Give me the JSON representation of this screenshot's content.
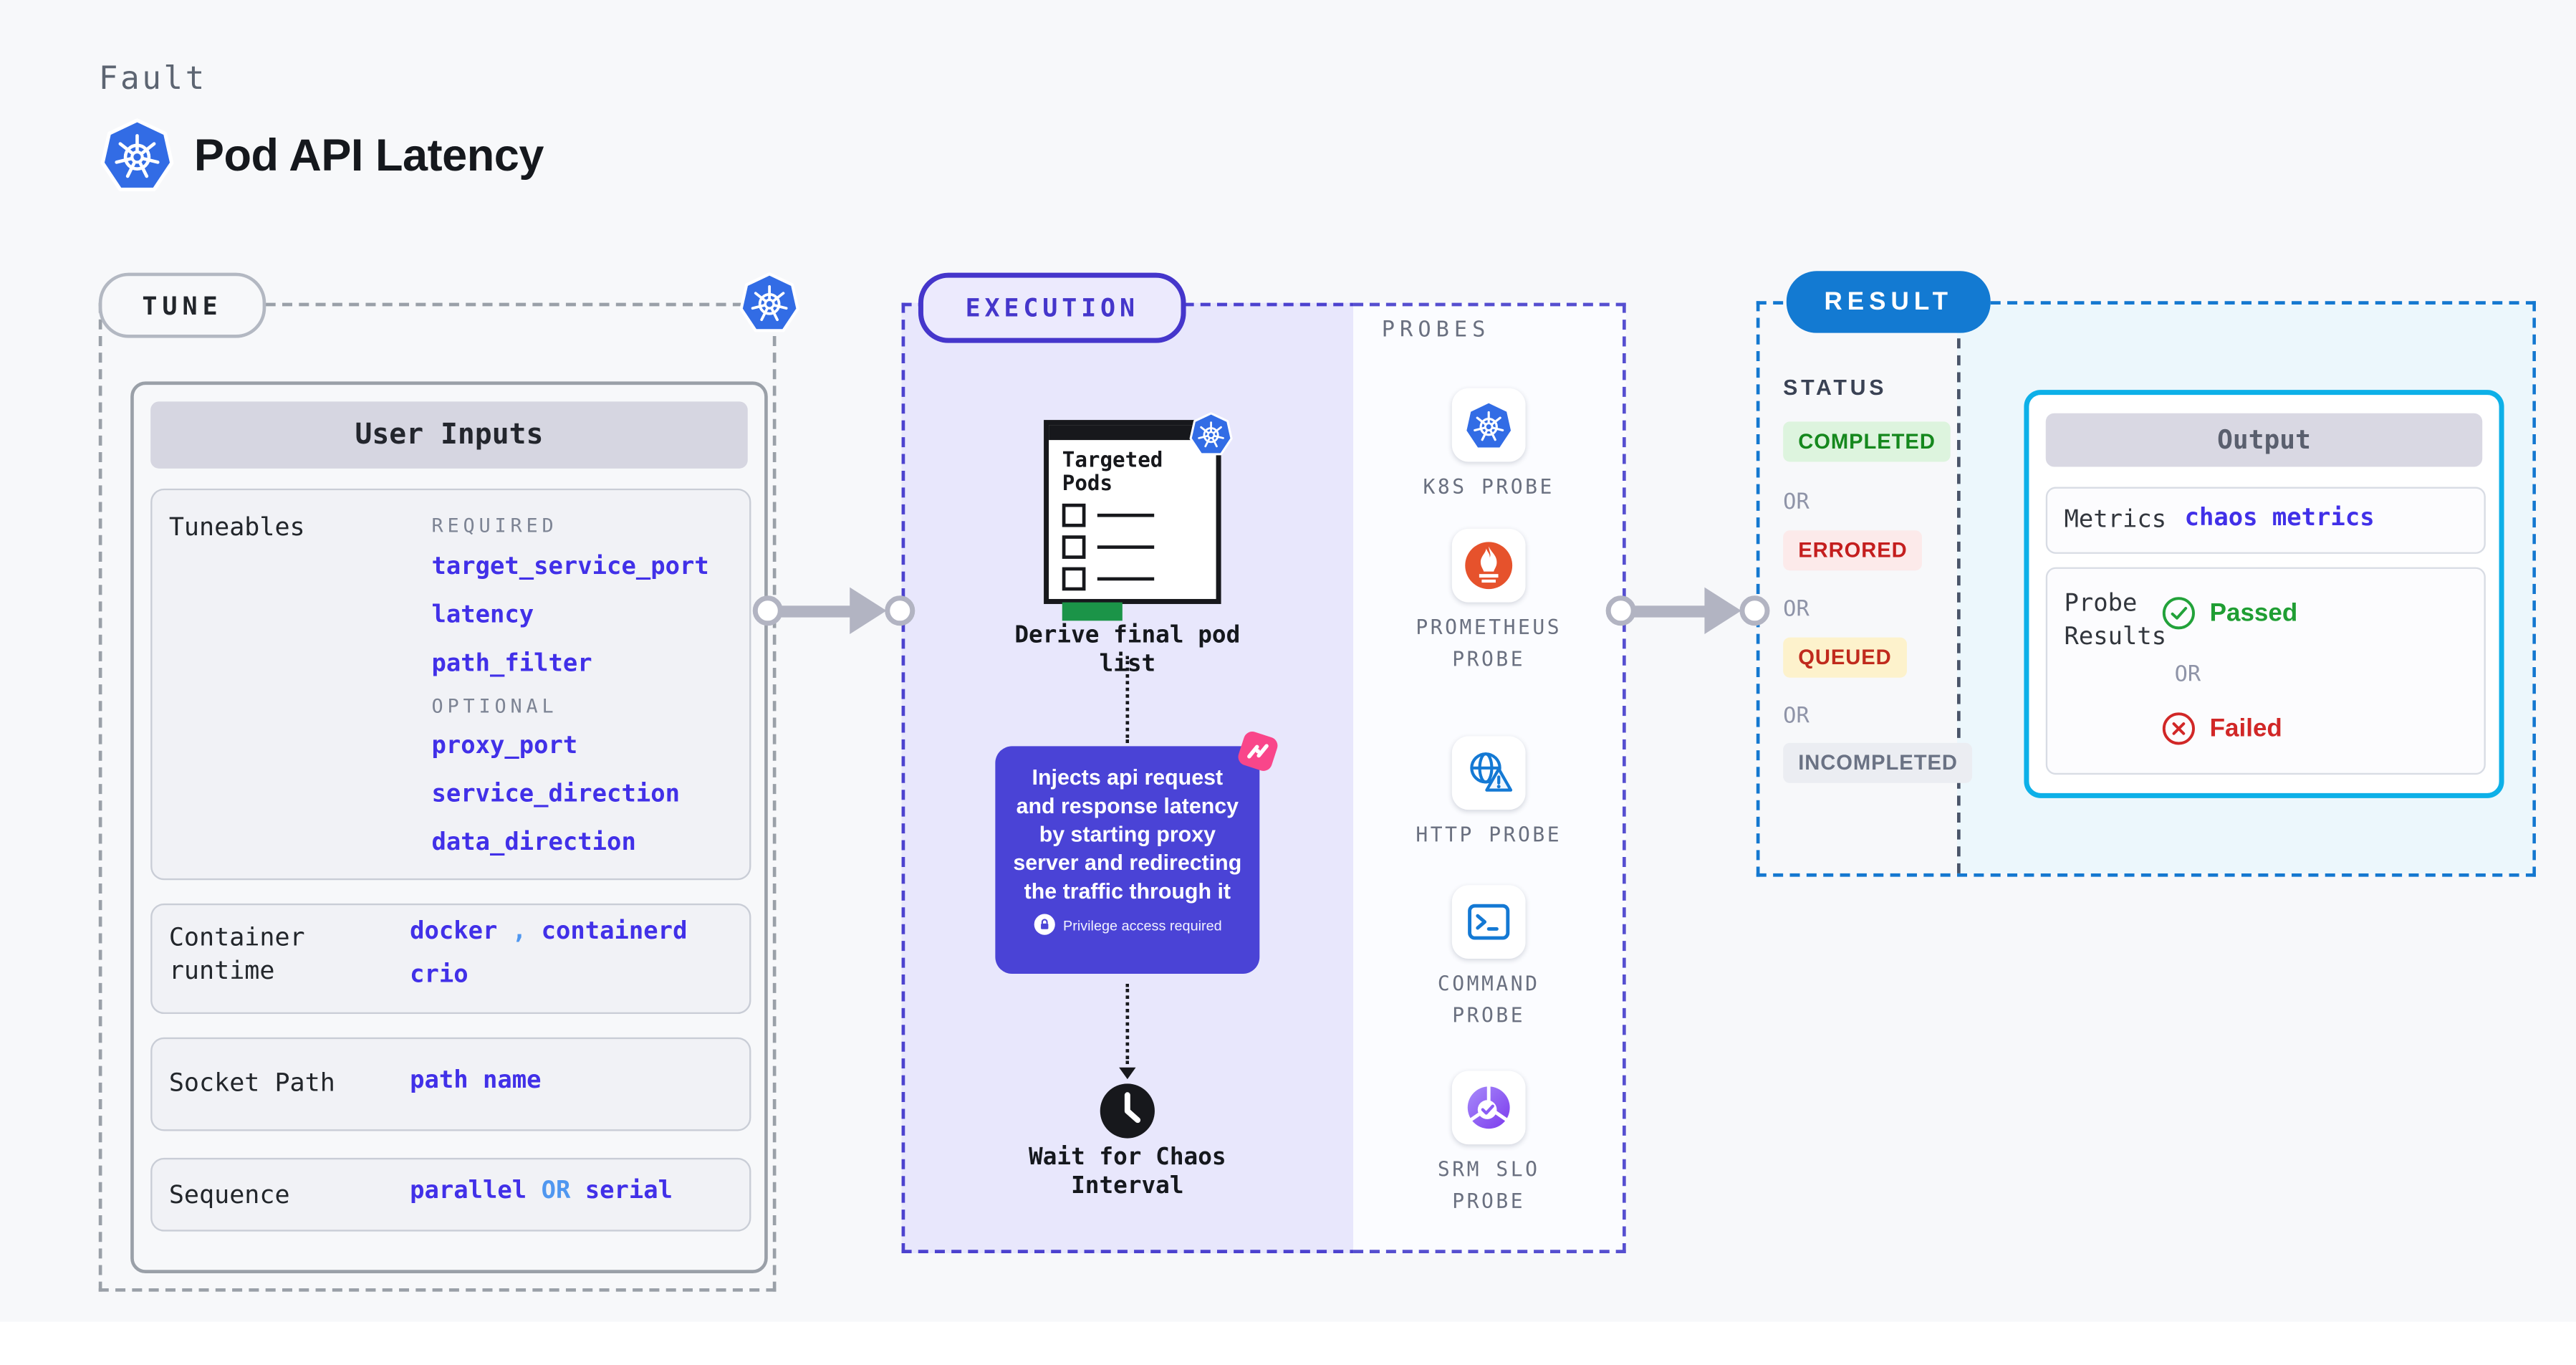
{
  "colors": {
    "kubernetes_blue": "#326ce5",
    "accent_indigo": "#4536cb",
    "code_indigo": "#4130e8",
    "light_blue": "#4f97f0",
    "inject_purple": "#4a43d6",
    "chaos_pink": "#f9468a",
    "result_blue": "#137ad2",
    "output_cyan_border": "#0db0e8",
    "prometheus_orange": "#e6522c",
    "probe_icon_blue": "#1479d4",
    "srm_purple": "#8b5cf6",
    "passed_green": "#1f9e33",
    "failed_red": "#d12727"
  },
  "header": {
    "eyebrow": "Fault",
    "title": "Pod API Latency"
  },
  "tune": {
    "pill": "TUNE",
    "card_title": "User Inputs",
    "tuneables_label": "Tuneables",
    "required_label": "REQUIRED",
    "required_params": [
      "target_service_port",
      "latency",
      "path_filter"
    ],
    "optional_label": "OPTIONAL",
    "optional_params": [
      "proxy_port",
      "service_direction",
      "data_direction"
    ],
    "runtime_label": "Container runtime",
    "runtime": {
      "a": "docker",
      "comma": ",",
      "b": "containerd",
      "c": "crio"
    },
    "socket_label": "Socket Path",
    "socket_value": "path name",
    "sequence_label": "Sequence",
    "sequence": {
      "a": "parallel",
      "or": "OR",
      "b": "serial"
    }
  },
  "execution": {
    "pill": "EXECUTION",
    "pods_title": "Targeted Pods",
    "derive_label": "Derive final pod list",
    "inject_text": "Injects api request and response latency by starting proxy server and redirecting the traffic through it",
    "privilege_label": "Privilege access required",
    "wait_label": "Wait for Chaos Interval"
  },
  "probes": {
    "title": "PROBES",
    "items": [
      {
        "label": "K8S PROBE",
        "icon": "kubernetes-icon"
      },
      {
        "label": "PROMETHEUS PROBE",
        "icon": "prometheus-icon"
      },
      {
        "label": "HTTP PROBE",
        "icon": "http-globe-warning-icon"
      },
      {
        "label": "COMMAND PROBE",
        "icon": "terminal-icon"
      },
      {
        "label": "SRM SLO PROBE",
        "icon": "slo-donut-check-icon"
      }
    ]
  },
  "result": {
    "pill": "RESULT",
    "status_label": "STATUS",
    "or_label": "OR",
    "statuses": [
      {
        "label": "COMPLETED",
        "color": "#15881d",
        "bg": "#ddf4de"
      },
      {
        "label": "ERRORED",
        "color": "#c41e1e",
        "bg": "#fceaea"
      },
      {
        "label": "QUEUED",
        "color": "#c02a1d",
        "bg": "#fdf2cc"
      },
      {
        "label": "INCOMPLETED",
        "color": "#6a7284",
        "bg": "#ebedf2"
      }
    ],
    "output": {
      "title": "Output",
      "metrics_label": "Metrics",
      "metrics_value": "chaos metrics",
      "probe_results_label": "Probe Results",
      "passed_label": "Passed",
      "or_label": "OR",
      "failed_label": "Failed"
    }
  }
}
